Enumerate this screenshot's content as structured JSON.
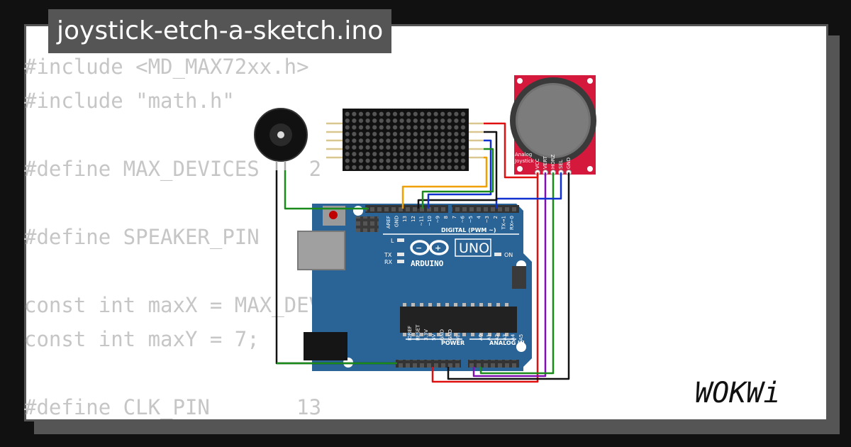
{
  "project": {
    "filename": "joystick-etch-a-sketch.ino"
  },
  "code_lines": [
    "#include <MD_MAX72xx.h>",
    "#include \"math.h\"",
    "",
    "#define MAX_DEVICES    2",
    "",
    "#define SPEAKER_PIN",
    "",
    "const int maxX = MAX_DEVICES * 8 - 1;",
    "const int maxY = 7;",
    "",
    "#define CLK_PIN       13"
  ],
  "board": {
    "model": "UNO",
    "brand": "ARDUINO",
    "digital_label": "DIGITAL (PWM ~)",
    "power_label": "POWER",
    "analog_label": "ANALOG IN",
    "led_l": "L",
    "led_tx": "TX",
    "led_rx": "RX",
    "led_on": "ON",
    "digital_pins": [
      "AREF",
      "GND",
      "13",
      "12",
      "~11",
      "~10",
      "~9",
      "8",
      "7",
      "~6",
      "~5",
      "4",
      "~3",
      "2",
      "TX→1",
      "RX←0"
    ],
    "power_pins": [
      "IOREF",
      "RESET",
      "3.3V",
      "5V",
      "GND",
      "GND",
      "Vin"
    ],
    "analog_pins": [
      "A0",
      "A1",
      "A2",
      "A3",
      "A4",
      "A5"
    ]
  },
  "joystick": {
    "label_line1": "Analog",
    "label_line2": "Joystick",
    "pins": [
      "VCC",
      "VERT",
      "HORZ",
      "SEL",
      "GND"
    ]
  },
  "brand": {
    "logo_text": "WOKWi"
  },
  "colors": {
    "board_blue": "#2a6496",
    "wire_red": "#e01010",
    "wire_black": "#111111",
    "wire_green": "#1a8a1a",
    "wire_blue": "#1030d0",
    "wire_orange": "#f0a000",
    "wire_purple": "#8010b0",
    "joystick_red": "#d4193c",
    "frame_gray": "#555555"
  }
}
